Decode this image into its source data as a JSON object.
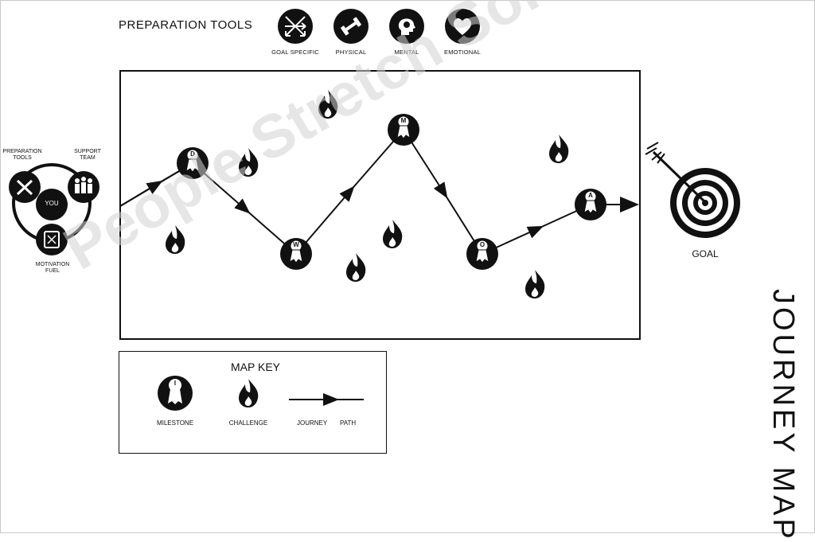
{
  "header": {
    "title": "PREPARATION TOOLS"
  },
  "tools": [
    {
      "label": "GOAL SPECIFIC",
      "icon": "arrows-icon"
    },
    {
      "label": "PHYSICAL",
      "icon": "dumbbell-icon"
    },
    {
      "label": "MENTAL",
      "icon": "brain-icon"
    },
    {
      "label": "EMOTIONAL",
      "icon": "heart-icon"
    }
  ],
  "you_diagram": {
    "center": "YOU",
    "preparation": "PREPARATION\nTOOLS",
    "support": "SUPPORT\nTEAM",
    "motivation": "MOTIVATION\nFUEL"
  },
  "milestones": [
    "D",
    "W",
    "M",
    "O",
    "A"
  ],
  "goal": {
    "label": "GOAL"
  },
  "key": {
    "title": "MAP KEY",
    "milestone_letter": "I",
    "milestone": "MILESTONE",
    "challenge": "CHALLENGE",
    "path_a": "JOURNEY",
    "path_b": "PATH"
  },
  "side_title": "JOURNEY MAP",
  "watermark": "People Stretch Solutions",
  "colors": {
    "ink": "#111111",
    "watermark": "#d3d3d3"
  }
}
